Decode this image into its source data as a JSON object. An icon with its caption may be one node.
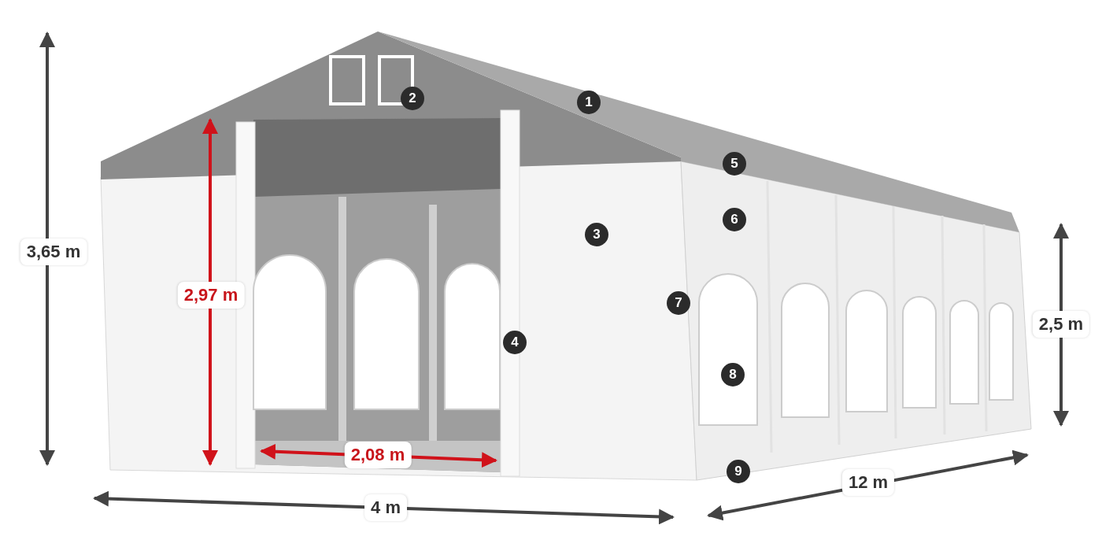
{
  "diagram": {
    "labels": [
      "2",
      "1",
      "5",
      "6",
      "3",
      "3,65 m",
      "2,97 m",
      "7",
      "2,5 m",
      "4",
      "8",
      "2,08 m",
      "9",
      "12 m",
      "4 m"
    ]
  }
}
